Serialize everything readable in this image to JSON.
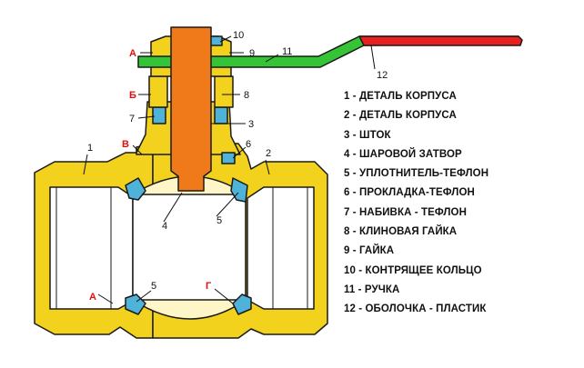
{
  "callouts": {
    "n1": "1",
    "n2": "2",
    "n3": "3",
    "n4": "4",
    "n5_left": "5",
    "n5_right": "5",
    "n6": "6",
    "n7": "7",
    "n8": "8",
    "n9": "9",
    "n10": "10",
    "n11": "11",
    "n12": "12",
    "red_a_top": "А",
    "red_b": "Б",
    "red_v": "В",
    "red_a_bottom": "А",
    "red_g": "Г"
  },
  "legend": [
    "1 - ДЕТАЛЬ КОРПУСА",
    "2 - ДЕТАЛЬ КОРПУСА",
    "3 - ШТОК",
    "4 - ШАРОВОЙ ЗАТВОР",
    "5 - УПЛОТНИТЕЛЬ-ТЕФЛОН",
    "6 - ПРОКЛАДКА-ТЕФЛОН",
    "7 - НАБИВКА - ТЕФЛОН",
    "8 - КЛИНОВАЯ ГАЙКА",
    "9 - ГАЙКА",
    "10 - КОНТРЯЩЕЕ КОЛЬЦО",
    "11 - РУЧКА",
    "12 - ОБОЛОЧКА - ПЛАСТИК"
  ],
  "colors": {
    "body_brass": "#f2d21c",
    "body_outline": "#1a1a1a",
    "seals_teflon": "#4fb3d9",
    "stem": "#f07a1a",
    "ball": "#fff6c8",
    "handle": "#35c435",
    "handle_cover": "#e82020",
    "label_red": "#e01010"
  }
}
